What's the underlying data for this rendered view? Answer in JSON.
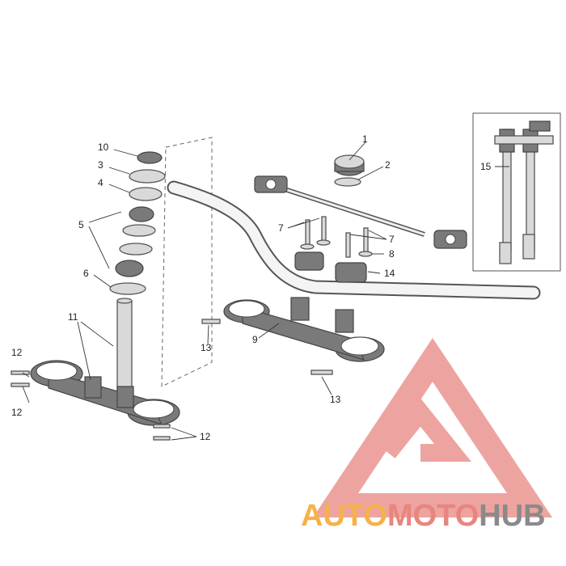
{
  "labels": {
    "l1": "1",
    "l2": "2",
    "l3": "3",
    "l4": "4",
    "l5": "5",
    "l6": "6",
    "l7a": "7",
    "l7b": "7",
    "l8": "8",
    "l9": "9",
    "l10": "10",
    "l11": "11",
    "l12a": "12",
    "l12b": "12",
    "l12c": "12",
    "l13a": "13",
    "l13b": "13",
    "l14": "14",
    "l15": "15"
  },
  "watermark": {
    "auto": "AUTO",
    "moto": "MOTO",
    "hub": "HUB"
  },
  "colors": {
    "watermark_red": "#e8857f",
    "watermark_orange": "#f5b24a",
    "watermark_gray": "#8a8a8a"
  }
}
